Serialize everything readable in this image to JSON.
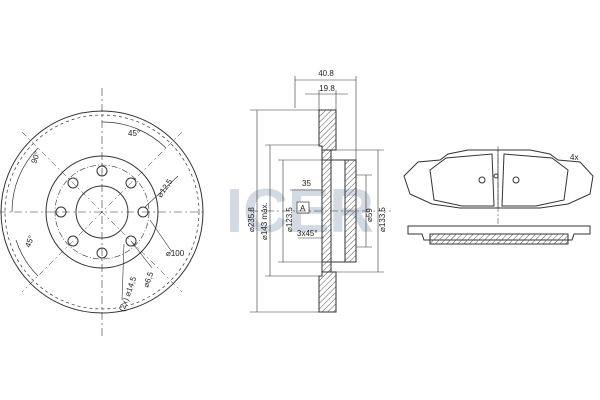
{
  "watermark": {
    "text": "ICER",
    "color": "#cfd6df"
  },
  "colors": {
    "line": "#333333",
    "hatch": "#555555",
    "pad_fill": "#ffffff"
  },
  "disc_front": {
    "angle_top": "45°",
    "angle_left": "90°",
    "angle_bottom_left": "45°",
    "hole_dia_1": "⌀12,5",
    "hole_dia_2": "⌀100",
    "hole_dia_3": "⌀6,5",
    "hole_dia_4": "(2x) ⌀14,5"
  },
  "disc_section": {
    "thickness_total": "40.8",
    "thickness_disc": "19.8",
    "dia_outer": "⌀235.8",
    "dia_max": "⌀143 máx.",
    "dia_hub": "⌀123.5",
    "dia_center": "⌀59",
    "dia_inner": "⌀133.5",
    "hub_height": "35",
    "chamfer": "3x45°",
    "mark": "A"
  },
  "pads": {
    "quantity": "4x"
  }
}
